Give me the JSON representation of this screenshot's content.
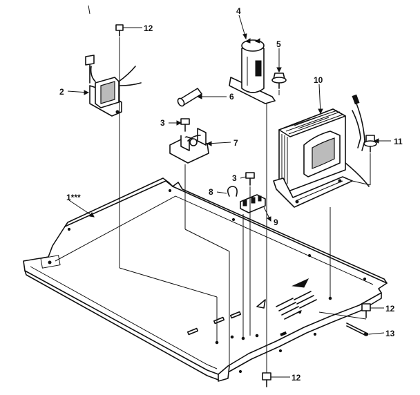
{
  "labels": {
    "l1": "1***",
    "l2": "2",
    "l3a": "3",
    "l3b": "3",
    "l4": "4",
    "l5": "5",
    "l6": "6",
    "l7": "7",
    "l8": "8",
    "l9": "9",
    "l10": "10",
    "l11": "11",
    "l12a": "12",
    "l12b": "12",
    "l12c": "12",
    "l13": "13"
  }
}
